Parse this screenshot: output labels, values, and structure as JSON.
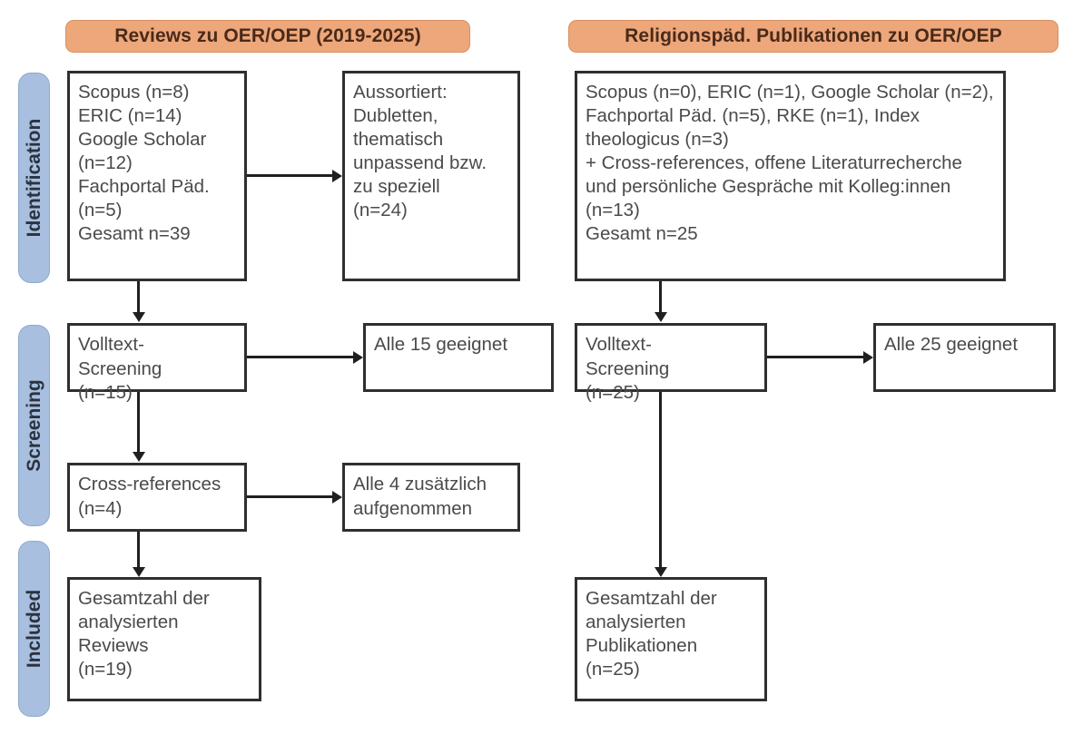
{
  "columns": {
    "left": {
      "header": "Reviews zu OER/OEP (2019-2025)"
    },
    "right": {
      "header": "Religionspäd. Publikationen zu OER/OEP"
    }
  },
  "stages": [
    {
      "key": "identification",
      "label": "Identification"
    },
    {
      "key": "screening",
      "label": "Screening"
    },
    {
      "key": "included",
      "label": "Included"
    }
  ],
  "boxes": {
    "left_identification_sources": "Scopus (n=8)\nERIC (n=14)\nGoogle Scholar\n(n=12)\nFachportal Päd.\n(n=5)\nGesamt n=39",
    "left_identification_excluded": "Aussortiert:\nDubletten,\nthematisch\nunpassend bzw.\nzu speziell\n(n=24)",
    "left_screening_fulltext": "Volltext-\nScreening\n(n=15)",
    "left_screening_fulltext_result": "Alle 15 geeignet",
    "left_screening_crossref": "Cross-references\n(n=4)",
    "left_screening_crossref_result": "Alle 4 zusätzlich\naufgenommen",
    "left_included_total": "Gesamtzahl der\nanalysierten\nReviews\n(n=19)",
    "right_identification_sources": "Scopus (n=0), ERIC (n=1), Google Scholar (n=2),\nFachportal Päd. (n=5), RKE (n=1), Index\ntheologicus (n=3)\n+ Cross-references, offene Literaturrecherche\nund persönliche Gespräche mit Kolleg:innen\n(n=13)\nGesamt n=25",
    "right_screening_fulltext": "Volltext-\nScreening\n(n=25)",
    "right_screening_fulltext_result": "Alle 25 geeignet",
    "right_included_total": "Gesamtzahl der\nanalysierten\nPublikationen\n(n=25)"
  },
  "colors": {
    "header_fill": "#eda77a",
    "header_border": "#d9905f",
    "header_text": "#4a2a1a",
    "stage_fill": "#a8bfdf",
    "stage_border": "#8fa9cd",
    "stage_text": "#2b3340",
    "box_border": "#2f2f2f",
    "box_text": "#4a4a4a",
    "connector": "#1f1f1f",
    "background": "#ffffff"
  },
  "counts": {
    "left_scopus": 8,
    "left_eric": 14,
    "left_google_scholar": 12,
    "left_fachportal": 5,
    "left_total_identified": 39,
    "left_excluded": 24,
    "left_fulltext_screened": 15,
    "left_crossrefs": 4,
    "left_included": 19,
    "right_scopus": 0,
    "right_eric": 1,
    "right_google_scholar": 2,
    "right_fachportal": 5,
    "right_rke": 1,
    "right_index_theologicus": 3,
    "right_other_sources": 13,
    "right_total_identified": 25,
    "right_fulltext_screened": 25,
    "right_included": 25
  }
}
